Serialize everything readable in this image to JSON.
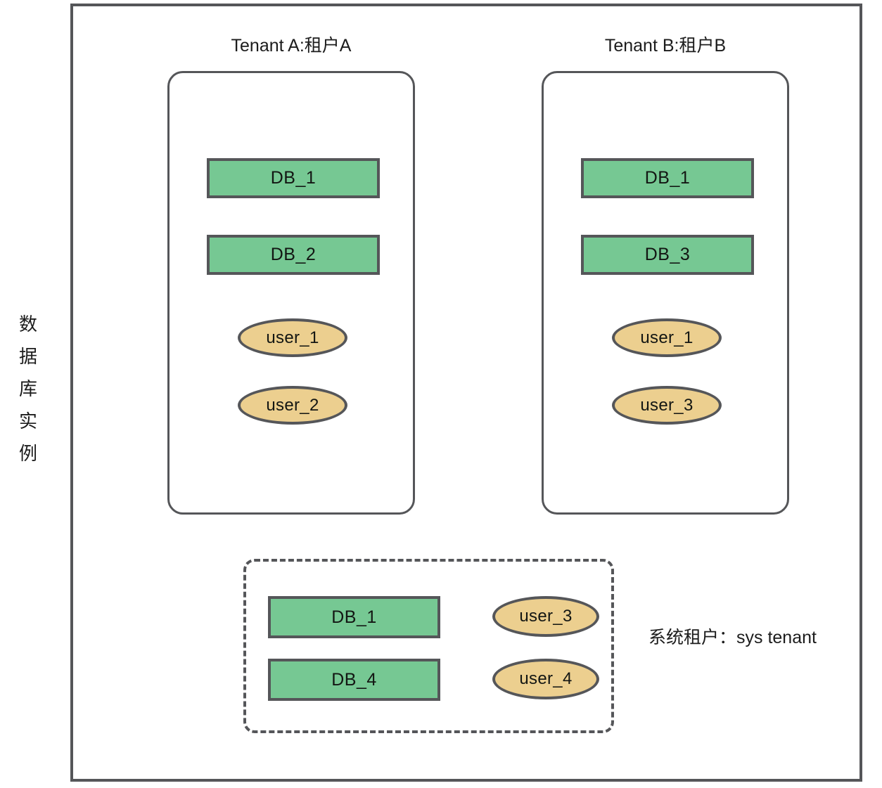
{
  "diagram": {
    "instance_label": "数\n据\n库\n实\n例",
    "colors": {
      "frame_stroke": "#555659",
      "db_fill": "#76c893",
      "user_fill": "#eccf8f",
      "text": "#1c1c1c"
    },
    "tenants": [
      {
        "id": "tenant-a",
        "title": "Tenant A:租户A",
        "databases": [
          {
            "label": "DB_1"
          },
          {
            "label": "DB_2"
          }
        ],
        "users": [
          {
            "label": "user_1"
          },
          {
            "label": "user_2"
          }
        ]
      },
      {
        "id": "tenant-b",
        "title": "Tenant B:租户B",
        "databases": [
          {
            "label": "DB_1"
          },
          {
            "label": "DB_3"
          }
        ],
        "users": [
          {
            "label": "user_1"
          },
          {
            "label": "user_3"
          }
        ]
      }
    ],
    "sys_tenant": {
      "caption": "系统租户：sys tenant",
      "databases": [
        {
          "label": "DB_1"
        },
        {
          "label": "DB_4"
        }
      ],
      "users": [
        {
          "label": "user_3"
        },
        {
          "label": "user_4"
        }
      ]
    }
  }
}
